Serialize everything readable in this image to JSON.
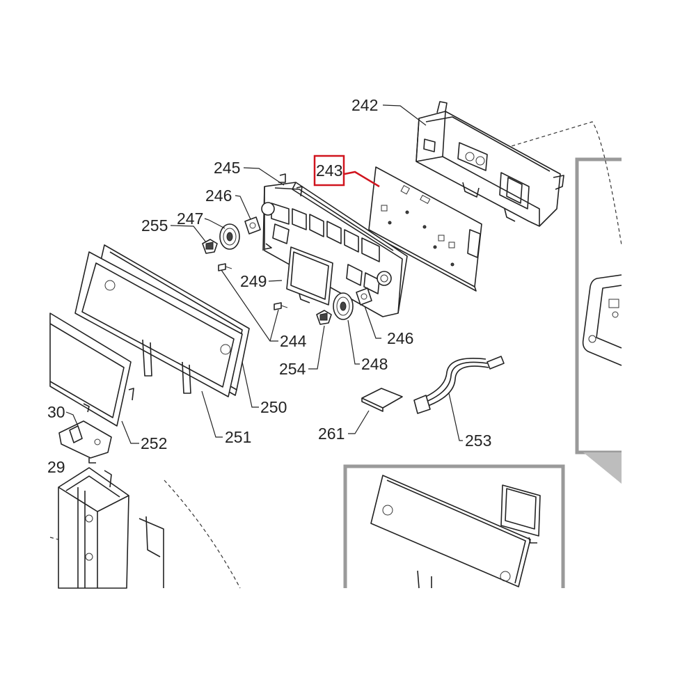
{
  "highlight_color": "#d0141e",
  "highlighted_part": "243",
  "labels": {
    "p242": "242",
    "p243": "243",
    "p245": "245",
    "p246a": "246",
    "p246b": "246",
    "p247": "247",
    "p255": "255",
    "p249": "249",
    "p244": "244",
    "p254": "254",
    "p248": "248",
    "p250": "250",
    "p251": "251",
    "p252": "252",
    "p261": "261",
    "p253": "253",
    "p230": "30",
    "p229": "29"
  }
}
